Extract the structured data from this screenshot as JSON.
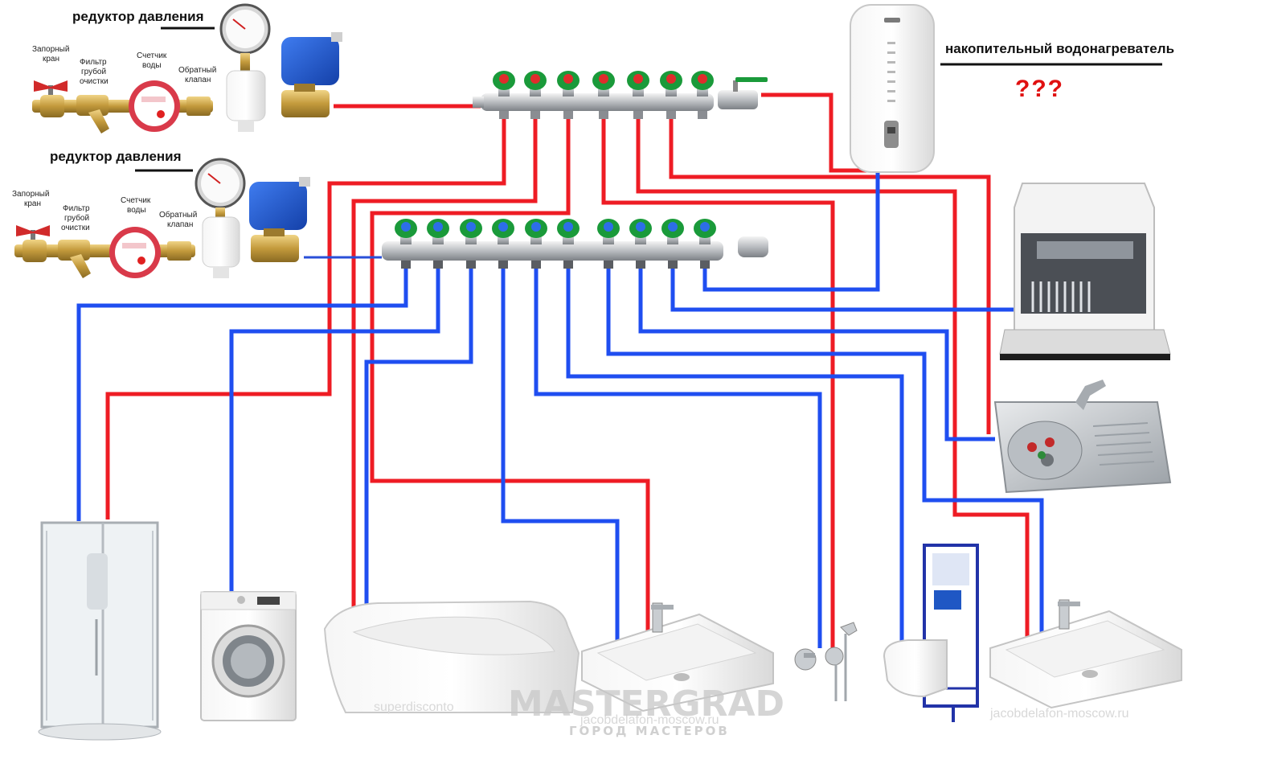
{
  "labels": {
    "reducer_top": "редуктор давления",
    "reducer_bottom": "редуктор давления",
    "heater": "накопительный водонагреватель",
    "heater_question": "???",
    "inlet_top": {
      "shutoff_line1": "Запорный",
      "shutoff_line2": "кран",
      "filter_line1": "Фильтр",
      "filter_line2": "грубой",
      "filter_line3": "очистки",
      "meter_line1": "Счетчик",
      "meter_line2": "воды",
      "check_line1": "Обратный",
      "check_line2": "клапан"
    },
    "inlet_bottom": {
      "shutoff_line1": "Запорный",
      "shutoff_line2": "кран",
      "filter_line1": "Фильтр",
      "filter_line2": "грубой",
      "filter_line3": "очистки",
      "meter_line1": "Счетчик",
      "meter_line2": "воды",
      "check_line1": "Обратный",
      "check_line2": "клапан"
    }
  },
  "watermarks": {
    "brand": "MASTERGRAD",
    "brand_sub": "ГОРОД МАСТЕРОВ",
    "site1": "superdisconto",
    "site2": "jacobdelafon-moscow.ru",
    "site3": "jacobdelafon-moscow.ru"
  },
  "colors": {
    "hot_pipe": "#ee1c24",
    "cold_pipe": "#1f4ef0",
    "valve_handle": "#1a9a3a",
    "brass": "#c9a14a",
    "motor_blue": "#1e5bd6"
  },
  "icons": {
    "shutoff_valve": "butterfly-valve-icon",
    "filter": "y-strainer-icon",
    "meter": "water-meter-icon",
    "check_valve": "check-valve-icon",
    "gauge": "pressure-gauge-icon",
    "motor_valve": "motorized-valve-icon",
    "manifold_hot": "hot-manifold-icon",
    "manifold_cold": "cold-manifold-icon",
    "heater": "water-heater-icon",
    "dishwasher": "dishwasher-icon",
    "kitchen_sink": "kitchen-sink-icon",
    "shower_cabin": "shower-cabin-icon",
    "washing_machine": "washing-machine-icon",
    "bathtub": "bathtub-icon",
    "washbasin": "washbasin-icon",
    "bidet_shower": "hygienic-shower-icon",
    "toilet": "wall-hung-toilet-icon"
  }
}
